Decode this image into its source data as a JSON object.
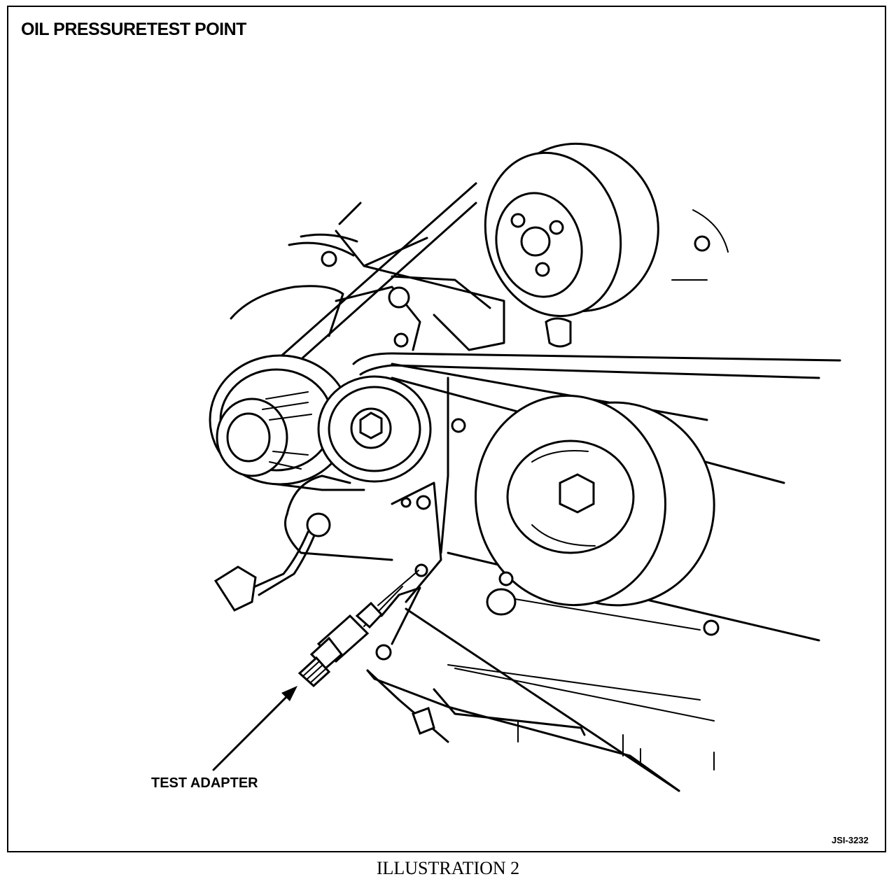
{
  "figure": {
    "title": "OIL PRESSURETEST POINT",
    "callout_label": "TEST ADAPTER",
    "figure_code": "JSI-3232",
    "caption": "ILLUSTRATION 2"
  }
}
